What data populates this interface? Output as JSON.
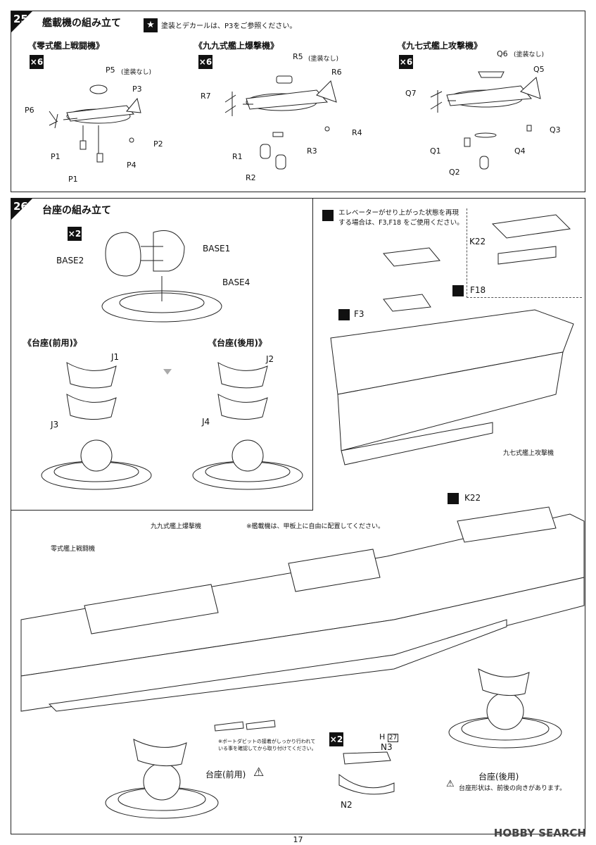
{
  "step25": {
    "number": "25",
    "title": "艦載機の組み立て",
    "paint_note": "塗装とデカールは、P3をご参照ください。",
    "groups": [
      {
        "name": "《零式艦上戦闘機》",
        "qty": "×6",
        "labels": {
          "top": "P5",
          "top_note": "(塗装なし)",
          "a": "P3",
          "b": "P6",
          "c": "P2",
          "d": "P1",
          "e": "P4",
          "f": "P1"
        }
      },
      {
        "name": "《九九式艦上爆撃機》",
        "qty": "×6",
        "labels": {
          "top": "R5",
          "top_note": "(塗装なし)",
          "a": "R6",
          "b": "R7",
          "c": "R4",
          "d": "R1",
          "e": "R3",
          "f": "R2"
        }
      },
      {
        "name": "《九七式艦上攻撃機》",
        "qty": "×6",
        "labels": {
          "top": "Q6",
          "top_note": "(塗装なし)",
          "a": "Q5",
          "b": "Q7",
          "c": "Q3",
          "d": "Q1",
          "e": "Q4",
          "f": "Q2"
        }
      }
    ]
  },
  "step26": {
    "number": "26",
    "title": "台座の組み立て",
    "qty": "×2",
    "base_labels": {
      "base2": "BASE2",
      "base1": "BASE1",
      "base4": "BASE4"
    },
    "front_title": "《台座(前用)》",
    "rear_title": "《台座(後用)》",
    "front_labels": {
      "j1": "J1",
      "j3": "J3"
    },
    "rear_labels": {
      "j2": "J2",
      "j4": "J4"
    },
    "elevator_note": "エレベーターがせり上がった状態を再現する場合は、F3,F18 をご使用ください。",
    "k22": "K22",
    "f18": "F18",
    "f3": "F3",
    "k22_lower": "K22",
    "type97_label": "九七式艦上攻撃機",
    "type99_label": "九九式艦上爆撃機",
    "zero_label": "零式艦上戦闘機",
    "placement_note": "※艦載機は、甲板上に自由に配置してください。",
    "boat_note": "※ボートダビットの接着がしっかり行われている事を確認してから取り付けてください。",
    "boat_qty": "×2",
    "boat_labels": {
      "h": "H",
      "h_box": "27",
      "n3": "N3",
      "n2": "N2"
    },
    "front_base_label": "台座(前用)",
    "rear_base_label": "台座(後用)",
    "rear_base_note": "台座形状は、前後の向きがあります。"
  },
  "footer": {
    "page": "17"
  },
  "watermark": "HOBBY SEARCH"
}
